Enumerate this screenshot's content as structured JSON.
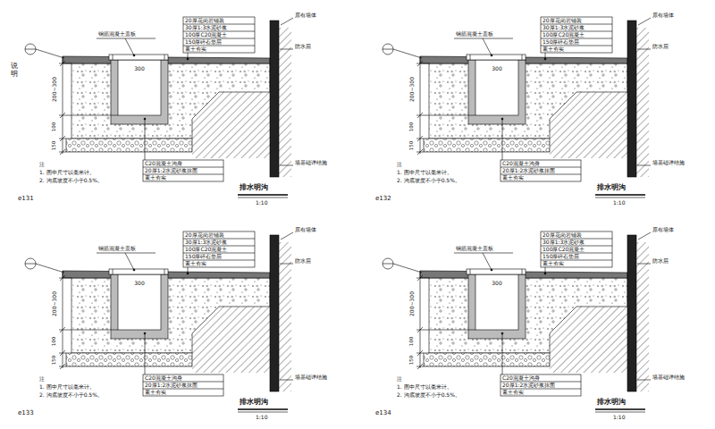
{
  "diagram": {
    "labels": [
      "说明",
      "e131",
      "排水明沟",
      "1:10",
      "300",
      "200~300",
      "100",
      "150",
      "钢筋混凝土盖板",
      "20厚花岗岩铺装",
      "30厚1:3水泥砂浆",
      "100厚C20混凝土",
      "150厚碎石垫层",
      "素土夯实",
      "C20混凝土沟身",
      "20厚1:2水泥砂浆抹面",
      "素土夯实",
      "注",
      "1. 图中尺寸以毫米计。",
      "2. 沟底坡度不小于0.5%。",
      "原有墙体",
      "防水层",
      "墙基础详结施",
      "e132",
      "排水明沟",
      "1:10",
      "300",
      "200~300",
      "100",
      "150",
      "钢筋混凝土盖板",
      "20厚花岗岩铺装",
      "30厚1:3水泥砂浆",
      "100厚C20混凝土",
      "150厚碎石垫层",
      "素土夯实",
      "C20混凝土沟身",
      "20厚1:2水泥砂浆抹面",
      "素土夯实",
      "注",
      "1. 图中尺寸以毫米计。",
      "2. 沟底坡度不小于0.5%。",
      "原有墙体",
      "防水层",
      "墙基础详结施",
      "e133",
      "排水明沟",
      "1:10",
      "300",
      "200~300",
      "100",
      "150",
      "钢筋混凝土盖板",
      "20厚花岗岩铺装",
      "30厚1:3水泥砂浆",
      "100厚C20混凝土",
      "150厚碎石垫层",
      "素土夯实",
      "C20混凝土沟身",
      "20厚1:2水泥砂浆抹面",
      "素土夯实",
      "注",
      "1. 图中尺寸以毫米计。",
      "2. 沟底坡度不小于0.5%。",
      "原有墙体",
      "防水层",
      "墙基础详结施",
      "e134",
      "排水明沟",
      "1:10",
      "300",
      "200~300",
      "100",
      "150",
      "钢筋混凝土盖板",
      "20厚花岗岩铺装",
      "30厚1:3水泥砂浆",
      "100厚C20混凝土",
      "150厚碎石垫层",
      "素土夯实",
      "C20混凝土沟身",
      "20厚1:2水泥砂浆抹面",
      "素土夯实",
      "注",
      "1. 图中尺寸以毫米计。",
      "2. 沟底坡度不小于0.5%。",
      "原有墙体",
      "防水层",
      "墙基础详结施"
    ]
  }
}
